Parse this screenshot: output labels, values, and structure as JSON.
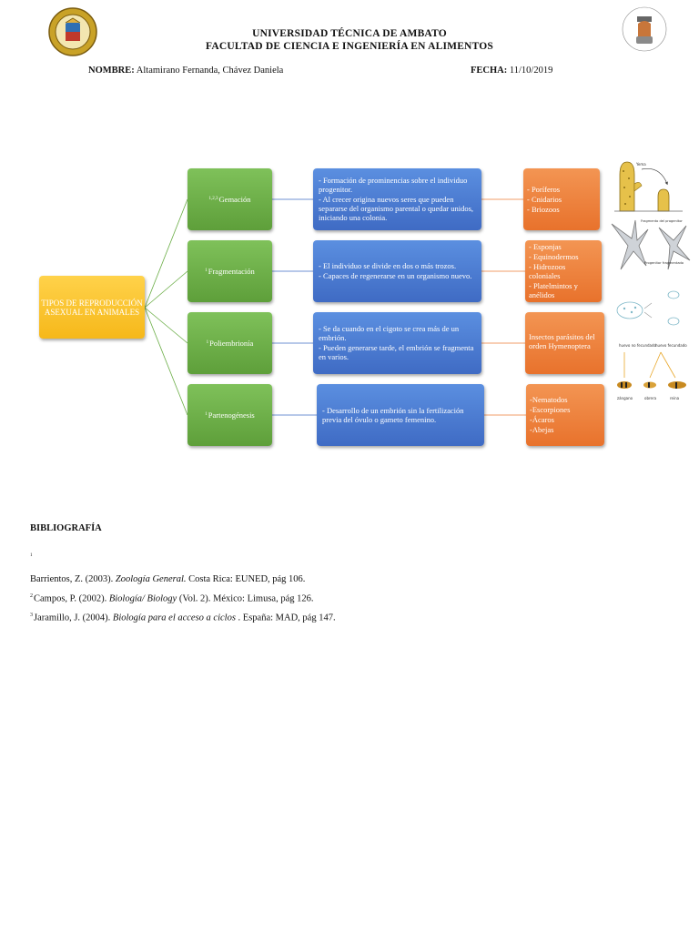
{
  "header": {
    "university": "UNIVERSIDAD TÉCNICA DE AMBATO",
    "faculty": "FACULTAD DE CIENCIA E INGENIERÍA EN ALIMENTOS",
    "name_label": "NOMBRE:",
    "name_value": "Altamirano Fernanda, Chávez Daniela",
    "date_label": "FECHA:",
    "date_value": "11/10/2019"
  },
  "diagram": {
    "root": "TIPOS DE REPRODUCCIÓN ASEXUAL EN ANIMALES",
    "types": [
      {
        "sup": "1,2,3",
        "name": "Gemación",
        "description": [
          "- Formación de prominencias sobre el individuo progenitor.",
          "- Al crecer origina nuevos seres que pueden separarse del organismo parental o quedar unidos, iniciando una colonia."
        ],
        "examples": [
          "- Poríferos",
          "- Cnidarios",
          "- Briozoos"
        ]
      },
      {
        "sup": "1",
        "name": "Fragmentación",
        "description": [
          "- El individuo se divide en dos o más trozos.",
          "- Capaces de regenerarse en un organismo nuevo."
        ],
        "examples": [
          "- Esponjas",
          "- Equinodermos",
          "- Hidrozoos coloniales",
          "- Platelmintos y anélidos"
        ]
      },
      {
        "sup": "1",
        "name": "Poliembrionía",
        "description": [
          "- Se da cuando en el cigoto se crea más de un embrión.",
          "- Pueden generarse tarde, el embrión se fragmenta en varios."
        ],
        "examples": [
          "Insectos parásitos del orden Hymenoptera"
        ]
      },
      {
        "sup": "1",
        "name": "Partenogénesis",
        "description": [
          "- Desarrollo de un embrión sin la fertilización previa del óvulo o gameto femenino."
        ],
        "examples": [
          "-Nematodos",
          "-Escorpiones",
          "-Ácaros",
          "-Abejas"
        ]
      }
    ]
  },
  "images": {
    "fragment_label_1": "Fragmento del progenitor",
    "fragment_label_2": "Progenitor fragmentado",
    "bee_label_1": "huevo no fecundado",
    "bee_label_2": "huevo fecundado",
    "bee_caption_1": "zángano",
    "bee_caption_2": "obrera",
    "bee_caption_3": "reina",
    "bud_label": "Yema"
  },
  "bibliography": {
    "title": "BIBLIOGRAFÍA",
    "note_mark": "1",
    "entries": [
      {
        "pre": "Barrientos, Z. (2003). ",
        "italic": "Zoología General.",
        "post": " Costa Rica: EUNED, pág 106."
      },
      {
        "sup": "2",
        "pre": "Campos, P. (2002). ",
        "italic": "Biología/ Biology",
        "post": " (Vol. 2). México: Limusa, pág 126."
      },
      {
        "sup": "3",
        "pre": "Jaramillo, J. (2004). ",
        "italic": "Biología para el acceso a ciclos",
        "post": " . España: MAD, pág 147."
      }
    ]
  },
  "colors": {
    "green": "#6aad45",
    "blue": "#4a78d0",
    "orange": "#ee7d36",
    "yellow": "#fcc42c"
  }
}
